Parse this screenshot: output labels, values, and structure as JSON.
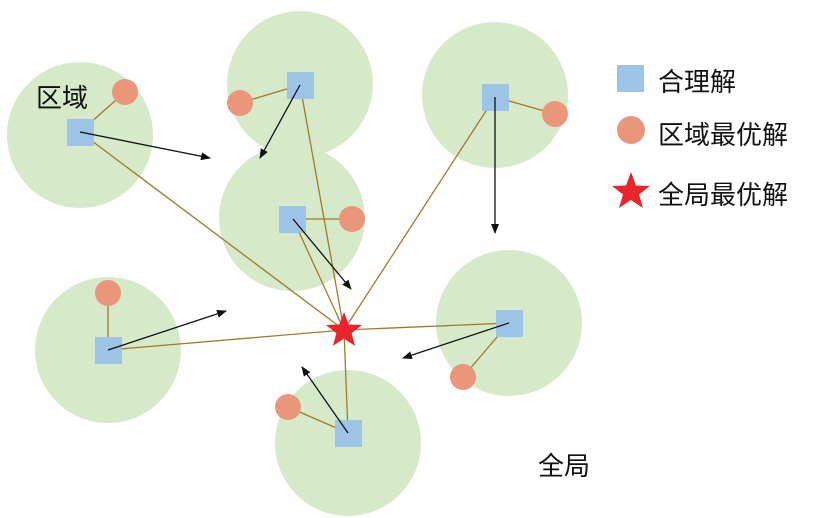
{
  "labels": {
    "region": "区域",
    "global": "全局"
  },
  "legend": [
    {
      "icon": "square",
      "label": "合理解"
    },
    {
      "icon": "circle",
      "label": "区域最优解"
    },
    {
      "icon": "star",
      "label": "全局最优解"
    }
  ],
  "colors": {
    "region_fill": "#d6e9c9",
    "feasible": "#9dc3e6",
    "local_opt": "#e9967a",
    "global_opt": "#e8252b",
    "link": "#a07a2a",
    "arrow": "#111111"
  }
}
